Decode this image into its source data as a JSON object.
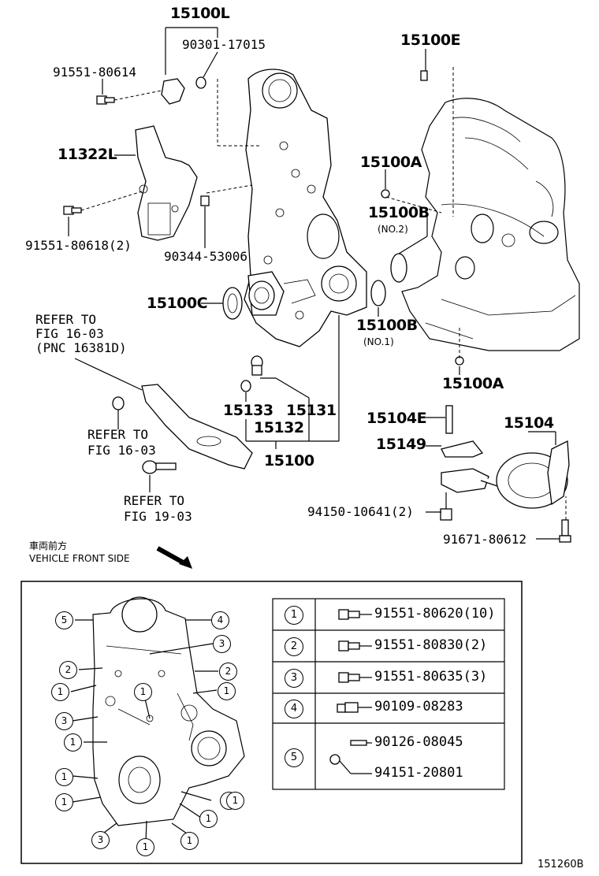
{
  "labels": {
    "p15100L": "15100L",
    "p90301": "90301-17015",
    "p91551_80614": "91551-80614",
    "p15100E": "15100E",
    "p11322L": "11322L",
    "p15100A_top": "15100A",
    "p15100B_no2": "15100B",
    "no2": "(NO.2)",
    "p91551_80618": "91551-80618(2)",
    "p90344": "90344-53006",
    "p15100C": "15100C",
    "p15100B_no1": "15100B",
    "no1": "(NO.1)",
    "ref1_line1": "REFER TO",
    "ref1_line2": "FIG 16-03",
    "ref1_line3": "(PNC 16381D)",
    "p15100A_bot": "15100A",
    "p15133": "15133",
    "p15131": "15131",
    "p15132": "15132",
    "p15100": "15100",
    "p15104E": "15104E",
    "p15104": "15104",
    "p15149": "15149",
    "ref2_line1": "REFER TO",
    "ref2_line2": "FIG 16-03",
    "ref3_line1": "REFER TO",
    "ref3_line2": "FIG 19-03",
    "p94150": "94150-10641(2)",
    "p91671": "91671-80612",
    "front_jp": "車両前方",
    "front_en": "VEHICLE FRONT SIDE",
    "figure_id": "151260B"
  },
  "table": {
    "rows": [
      {
        "key": "1",
        "parts": [
          "91551-80620(10)"
        ]
      },
      {
        "key": "2",
        "parts": [
          "91551-80830(2)"
        ]
      },
      {
        "key": "3",
        "parts": [
          "91551-80635(3)"
        ]
      },
      {
        "key": "4",
        "parts": [
          "90109-08283"
        ]
      },
      {
        "key": "5",
        "parts": [
          "90126-08045",
          "94151-20801"
        ]
      }
    ]
  },
  "callouts": [
    "5",
    "4",
    "3",
    "2",
    "2",
    "1",
    "1",
    "1",
    "3",
    "1",
    "1",
    "1",
    "1",
    "3",
    "1",
    "1",
    "1",
    "1"
  ]
}
